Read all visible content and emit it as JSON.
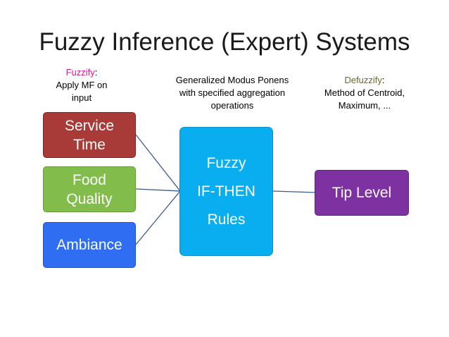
{
  "title": "Fuzzy Inference (Expert) Systems",
  "captions": {
    "fuzzify": {
      "keyword": "Fuzzify",
      "colon": ":",
      "line2": "Apply MF on",
      "line3": "input"
    },
    "modus_ponens": {
      "line1": "Generalized Modus Ponens",
      "line2": "with specified aggregation",
      "line3": "operations"
    },
    "defuzzify": {
      "keyword": "Defuzzify",
      "colon": ":",
      "line2": "Method of Centroid,",
      "line3": "Maximum, ..."
    }
  },
  "inputs": [
    {
      "line1": "Service",
      "line2": "Time",
      "color": "#a83a37"
    },
    {
      "line1": "Food",
      "line2": "Quality",
      "color": "#82bd4c"
    },
    {
      "line1": "Ambiance",
      "color": "#2f6df2"
    }
  ],
  "rules_box": {
    "line1": "Fuzzy",
    "line2": "IF-THEN",
    "line3": "Rules",
    "color": "#08aef0"
  },
  "output": {
    "label": "Tip Level",
    "color": "#7e32a1"
  },
  "connector_color": "#3a5a8c",
  "keyword_colors": {
    "fuzzify": "#d6199b",
    "defuzzify": "#6b6b22"
  }
}
